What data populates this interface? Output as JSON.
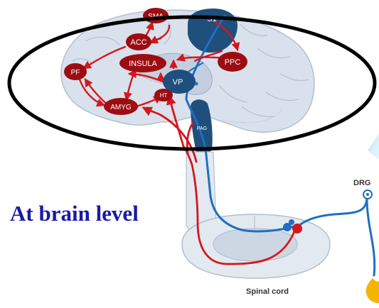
{
  "regions": {
    "sma": "SMA",
    "acc": "ACC",
    "s1": "S1",
    "pf": "PF",
    "insula": "INSULA",
    "ppc": "PPC",
    "vp": "VP",
    "ht": "HT",
    "amyg": "AMYG",
    "pag": "PAG"
  },
  "labels": {
    "drg": "DRG",
    "spinal_cord": "Spinal cord",
    "caption": "At brain level"
  },
  "colors": {
    "caption": "#1a1aa6",
    "ellipse": "#000000",
    "region_red": "#9c0d12",
    "region_blue": "#1f4f7c",
    "pathway_red": "#d4171c",
    "pathway_blue": "#1f6fc2",
    "brain": "#d9e1ec",
    "spinal_cord": "#e3e9f1",
    "flame": "#f4b400"
  },
  "icons": {
    "flame": "flame-icon",
    "drg": "drg-ganglion-icon"
  }
}
